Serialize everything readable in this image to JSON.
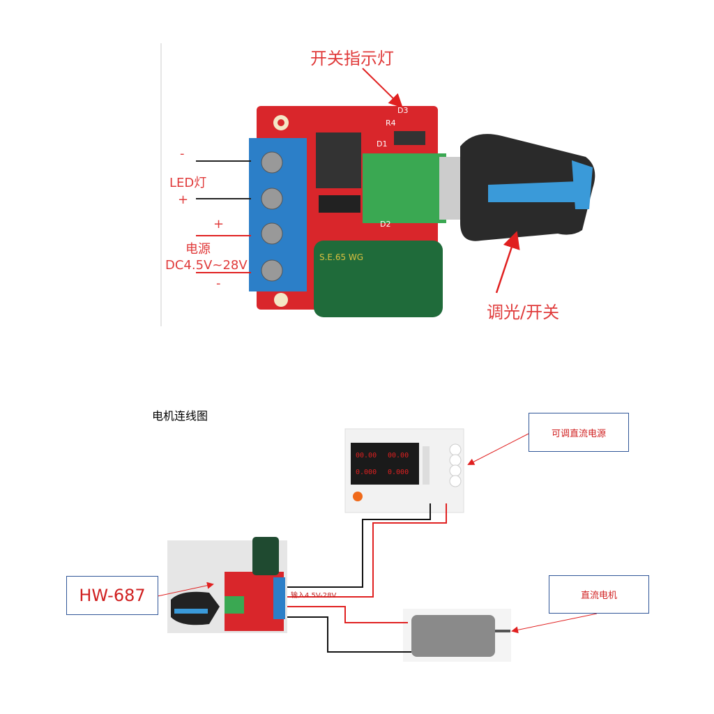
{
  "top_photo": {
    "title": "开关指示灯",
    "led_minus": "-",
    "led_label": "LED灯",
    "led_plus": "+",
    "power_plus": "+",
    "power_label": "电源",
    "power_voltage": "DC4.5V~28V",
    "power_minus": "-",
    "knob_label": "调光/开关",
    "capacitor_text": "S.E.65 WG",
    "pcb_marks": [
      "D1",
      "R4",
      "D3",
      "D2"
    ]
  },
  "wiring": {
    "title": "电机连线图",
    "power_supply_label": "可调直流电源",
    "controller_label": "HW-687",
    "input_label": "输入4.5V-28V",
    "motor_label": "直流电机",
    "display_readings": [
      "00.00",
      "00.00",
      "0.000",
      "0.000"
    ]
  },
  "colors": {
    "annotation": "#e03a3a",
    "pcb": "#d9262b",
    "terminal": "#2c7fc8",
    "capacitor": "#1f6b3a",
    "box_border": "#2f5597"
  }
}
